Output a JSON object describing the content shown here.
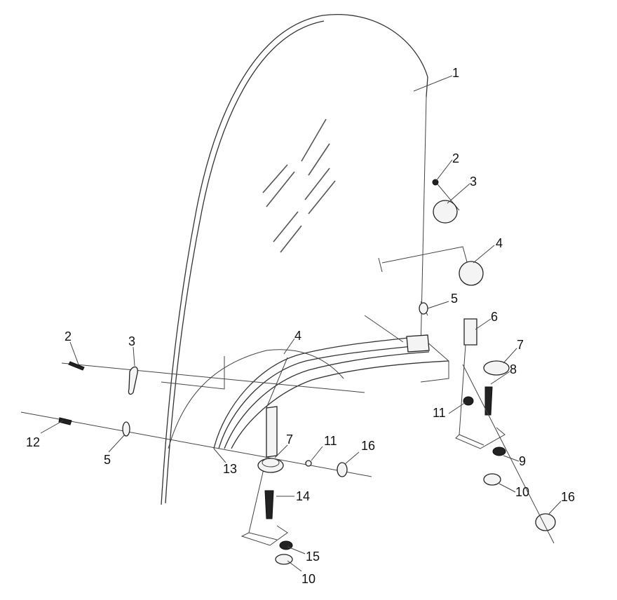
{
  "labels": {
    "l1": "1",
    "l2a": "2",
    "l2b": "2",
    "l3a": "3",
    "l3b": "3",
    "l4a": "4",
    "l4b": "4",
    "l5a": "5",
    "l5b": "5",
    "l6": "6",
    "l7a": "7",
    "l7b": "7",
    "l8": "8",
    "l9": "9",
    "l10a": "10",
    "l10b": "10",
    "l11a": "11",
    "l11b": "11",
    "l12": "12",
    "l13": "13",
    "l14": "14",
    "l15": "15",
    "l16a": "16",
    "l16b": "16"
  }
}
